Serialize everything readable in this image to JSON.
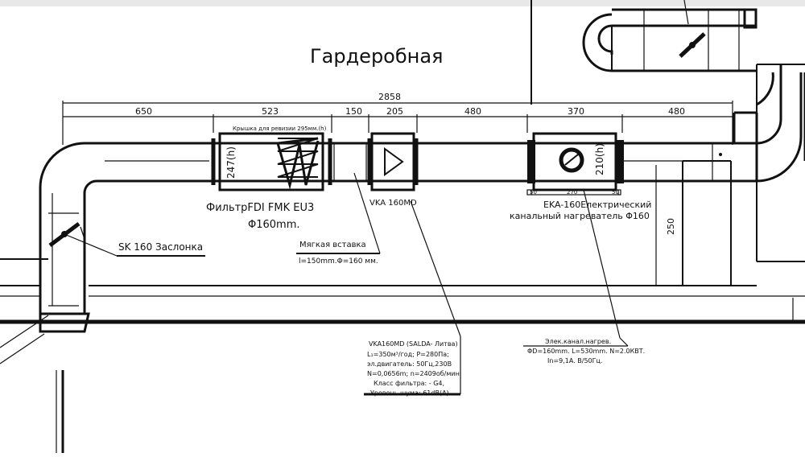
{
  "room_title": "Гардеробная",
  "dimensions": {
    "overall": "2858",
    "segments": [
      "650",
      "523",
      "150",
      "205",
      "480",
      "370",
      "480"
    ],
    "vertical": "250",
    "heater_sub": [
      "50",
      "270",
      "50"
    ],
    "filter_height": "247(h)",
    "heater_height": "210(h)"
  },
  "labels": {
    "filter_note": "Крышка для ревизии 295мм.(h)",
    "filter_name": "ФильтрFDI FMK EU3",
    "filter_diameter": "Φ160mm.",
    "fan_name": "VKA 160MD",
    "heater_name_1": "EKA-160Електрический",
    "heater_name_2": "канальный  нагреватель Φ160",
    "damper": "SK 160  Заслонка",
    "soft_insert_title": "Мягкая вставка",
    "soft_insert_spec": "l=150mm.Φ=160 мм."
  },
  "fan_spec": [
    "VKA160MD (SALDA- Литва)",
    "L₁=350м³/год; P=280Па;",
    "эл.двигатель: 50Гц,230В",
    "N=0,0656m; n=2409об/мин",
    "Класс фильтра:   - G4,",
    "Уровень шума: 61dB(A)"
  ],
  "heater_spec": [
    "Элек.канал.нагрев.",
    "ΦD=160mm. L=530mm. N=2.0КВТ.",
    "In=9,1A. В/50Гц."
  ]
}
